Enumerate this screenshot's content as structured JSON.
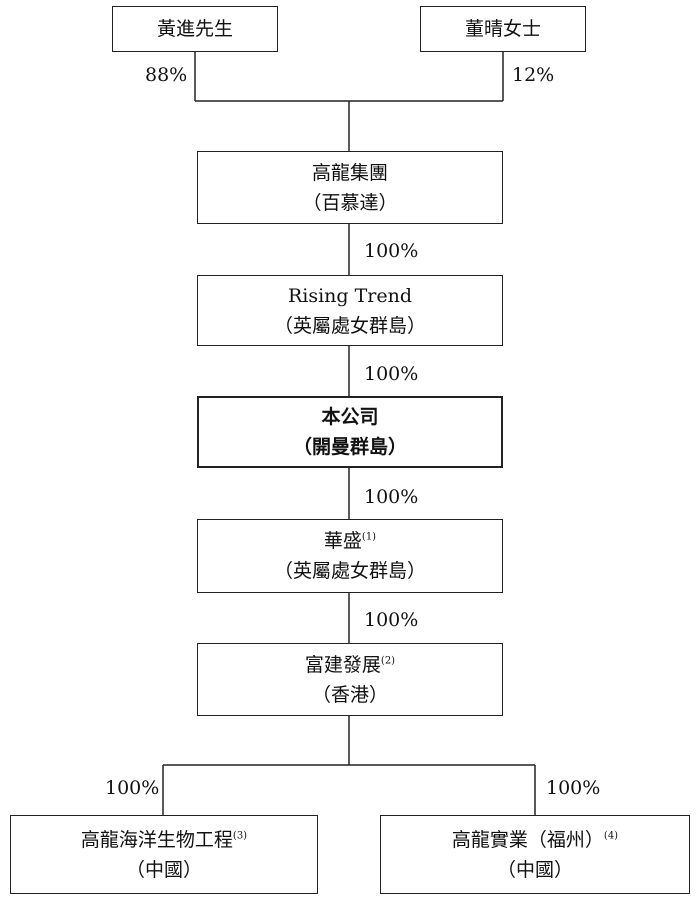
{
  "shareholders": {
    "left": {
      "name": "黃進先生",
      "pct": "88%"
    },
    "right": {
      "name": "董晴女士",
      "pct": "12%"
    }
  },
  "nodes": {
    "holding": {
      "line1": "高龍集團",
      "line2": "（百慕達）"
    },
    "rising": {
      "line1": "Rising Trend",
      "line2": "（英屬處女群島）",
      "pct": "100%"
    },
    "company": {
      "line1": "本公司",
      "line2": "（開曼群島）",
      "pct": "100%"
    },
    "huasheng": {
      "line1": "華盛",
      "note": "(1)",
      "line2": "（英屬處女群島）",
      "pct": "100%"
    },
    "fujian": {
      "line1": "富建發展",
      "note": "(2)",
      "line2": "（香港）",
      "pct": "100%"
    },
    "marine": {
      "line1": "高龍海洋生物工程",
      "note": "(3)",
      "line2": "（中國）",
      "pct": "100%"
    },
    "industry": {
      "line1": "高龍實業（福州）",
      "note": "(4)",
      "line2": "（中國）",
      "pct": "100%"
    }
  }
}
